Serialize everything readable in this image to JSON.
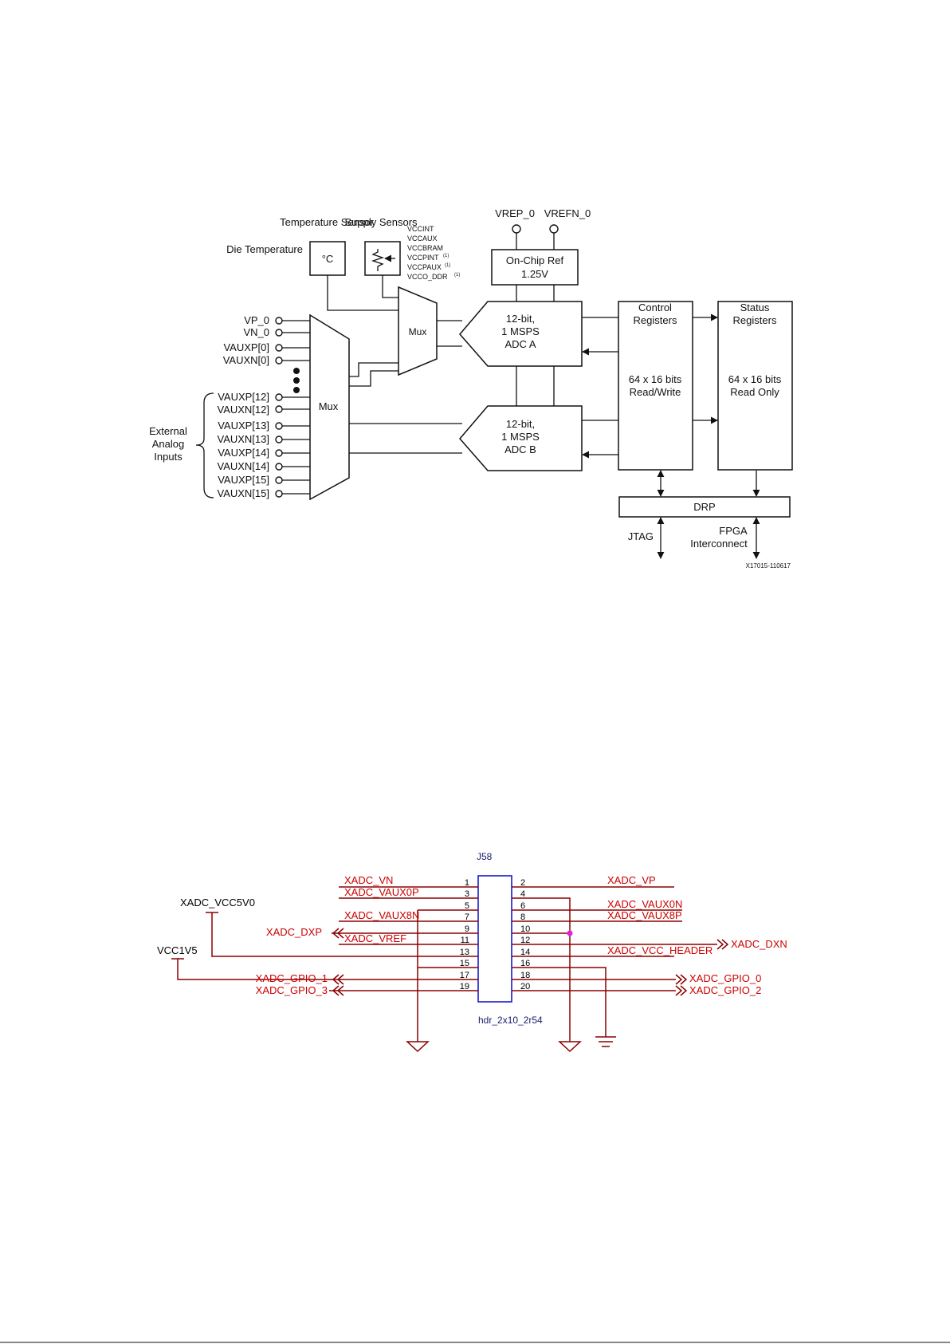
{
  "xadc_block_diagram": {
    "temperature_sensor": "Temperature Sensor",
    "supply_sensors": "Supply Sensors",
    "die_temperature": "Die Temperature",
    "degree_symbol": "°C",
    "supply_rails": [
      "VCCINT",
      "VCCAUX",
      "VCCBRAM",
      "VCCPINT",
      "VCCPAUX",
      "VCCO_DDR"
    ],
    "supply_rail_note": "(1)",
    "vrep": "VREP_0",
    "vrefn": "VREFN_0",
    "on_chip_ref": [
      "On-Chip Ref",
      "1.25V"
    ],
    "mux_small": "Mux",
    "mux_large": "Mux",
    "adc_a": [
      "12-bit,",
      "1 MSPS",
      "ADC A"
    ],
    "adc_b": [
      "12-bit,",
      "1 MSPS",
      "ADC B"
    ],
    "control_registers": [
      "Control",
      "Registers",
      "64 x 16 bits",
      "Read/Write"
    ],
    "status_registers": [
      "Status",
      "Registers",
      "64 x 16 bits",
      "Read Only"
    ],
    "drp": "DRP",
    "jtag": "JTAG",
    "fpga_interconnect": [
      "FPGA",
      "Interconnect"
    ],
    "inputs_top": [
      "VP_0",
      "VN_0",
      "VAUXP[0]",
      "VAUXN[0]"
    ],
    "inputs_external": [
      "VAUXP[12]",
      "VAUXN[12]",
      "VAUXP[13]",
      "VAUXN[13]",
      "VAUXP[14]",
      "VAUXN[14]",
      "VAUXP[15]",
      "VAUXN[15]"
    ],
    "external_analog_inputs": [
      "External",
      "Analog",
      "Inputs"
    ],
    "figure_id": "X17015-110617"
  },
  "schematic": {
    "ref": "J58",
    "part": "hdr_2x10_2r54",
    "pins_odd": [
      "1",
      "3",
      "5",
      "7",
      "9",
      "11",
      "13",
      "15",
      "17",
      "19"
    ],
    "pins_even": [
      "2",
      "4",
      "6",
      "8",
      "10",
      "12",
      "14",
      "16",
      "18",
      "20"
    ],
    "left_nets": {
      "xadc_vn": "XADC_VN",
      "xadc_vaux0p": "XADC_VAUX0P",
      "xadc_vaux8n": "XADC_VAUX8N",
      "xadc_dxp": "XADC_DXP",
      "xadc_vref": "XADC_VREF",
      "xadc_gpio_1": "XADC_GPIO_1",
      "xadc_gpio_3": "XADC_GPIO_3"
    },
    "right_nets": {
      "xadc_vp": "XADC_VP",
      "xadc_vaux0n": "XADC_VAUX0N",
      "xadc_vaux8p": "XADC_VAUX8P",
      "xadc_vcc_header": "XADC_VCC_HEADER",
      "xadc_dxn": "XADC_DXN",
      "xadc_gpio_0": "XADC_GPIO_0",
      "xadc_gpio_2": "XADC_GPIO_2"
    },
    "power": {
      "xadc_vcc5v0": "XADC_VCC5V0",
      "vcc1v5": "VCC1V5"
    },
    "colors": {
      "net_label": "#cc0000",
      "wire": "#8b0000",
      "body": "#1a1acc",
      "junction": "#e020e0"
    }
  }
}
